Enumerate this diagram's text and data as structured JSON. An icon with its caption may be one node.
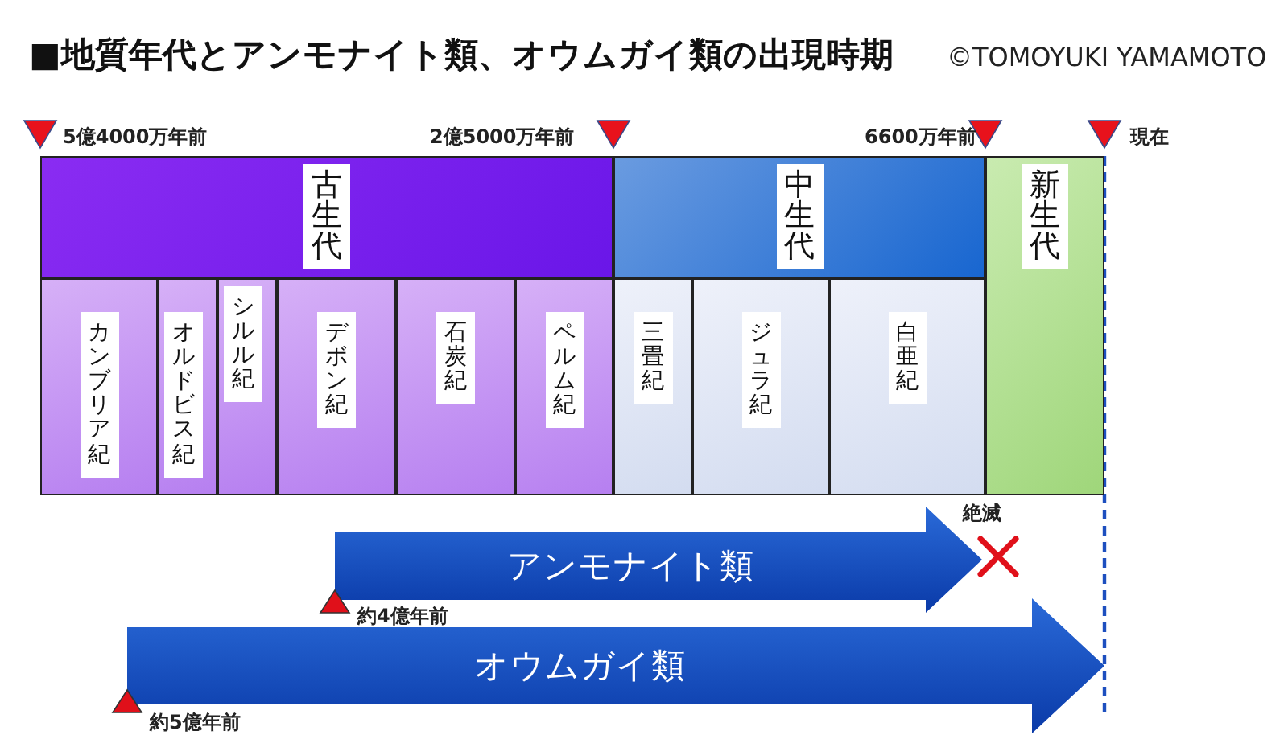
{
  "diagram": {
    "title": "■地質年代とアンモナイト類、オウムガイ類の出現時期",
    "nodes": [
      {
        "text": [
          "古生代"
        ]
      },
      {
        "text": [
          "中生代"
        ]
      },
      {
        "text": [
          "新生代"
        ]
      },
      {
        "text": [
          "カンブリア紀"
        ]
      },
      {
        "text": [
          "オルドビス紀"
        ]
      },
      {
        "text": [
          "シルル紀"
        ]
      },
      {
        "text": [
          "デボン紀"
        ]
      },
      {
        "text": [
          "石炭紀"
        ]
      },
      {
        "text": [
          "ペルム紀"
        ]
      },
      {
        "text": [
          "三畳紀"
        ]
      },
      {
        "text": [
          "ジュラ紀"
        ]
      },
      {
        "text": [
          "白亜紀"
        ]
      },
      {
        "text": [
          "アンモナイト類"
        ]
      },
      {
        "text": [
          "オウムガイ類"
        ]
      }
    ],
    "labels": [
      "©TOMOYUKI YAMAMOTO",
      "5億4000万年前",
      "2億5000万年前",
      "6600万年前",
      "現在",
      "絶滅",
      "約4億年前",
      "約5億年前"
    ]
  }
}
